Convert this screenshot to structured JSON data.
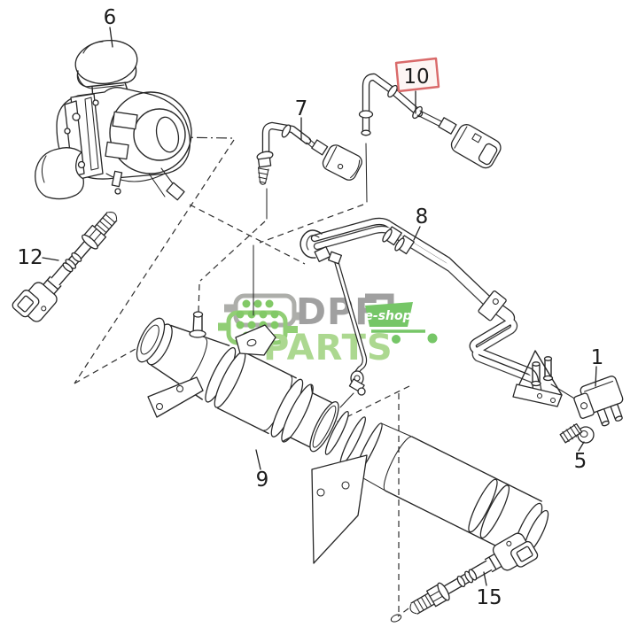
{
  "diagram": {
    "background_color": "#ffffff",
    "line_color": "#272727",
    "callouts": [
      {
        "id": "6",
        "highlighted": false
      },
      {
        "id": "7",
        "highlighted": false
      },
      {
        "id": "10",
        "highlighted": true
      },
      {
        "id": "8",
        "highlighted": false
      },
      {
        "id": "12",
        "highlighted": false
      },
      {
        "id": "9",
        "highlighted": false
      },
      {
        "id": "1",
        "highlighted": false
      },
      {
        "id": "5",
        "highlighted": false
      },
      {
        "id": "15",
        "highlighted": false
      }
    ],
    "highlight": {
      "box_stroke": "#d96a6a",
      "box_fill": "#fdf6f4"
    }
  },
  "watermark": {
    "brand_line1": "DPF",
    "brand_line2": "PARTS",
    "badge": "e-shop",
    "colors": {
      "gray": "#9b9b9b",
      "green_light": "#a8d68b",
      "green": "#6fc45f",
      "dot_green": "#7cc75f"
    }
  }
}
